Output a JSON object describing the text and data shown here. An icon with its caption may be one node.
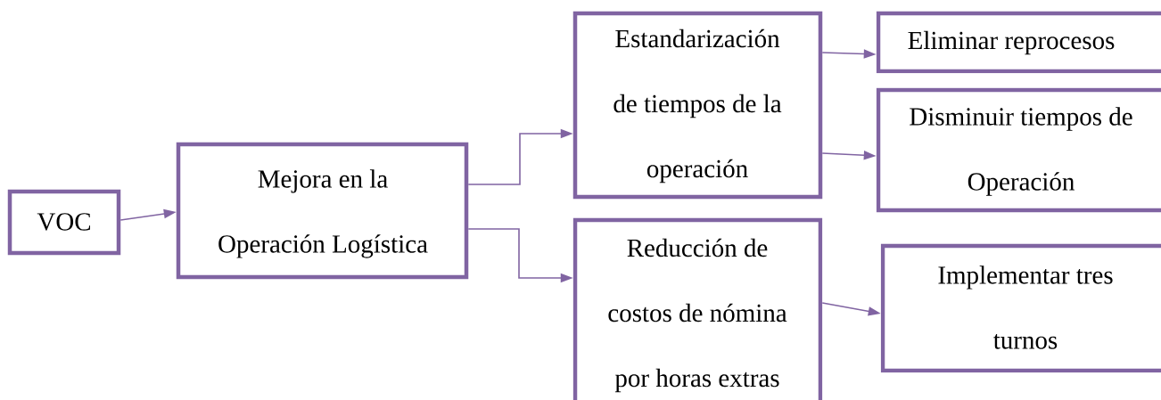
{
  "diagram": {
    "nodes": [
      {
        "text": [
          "VOC"
        ]
      },
      {
        "text": [
          "Mejora en la Operación Logística"
        ]
      },
      {
        "text": [
          "Estandarización de tiempos de la operación"
        ]
      },
      {
        "text": [
          "Eliminar reprocesos"
        ]
      },
      {
        "text": [
          "Disminuir tiempos de Operación"
        ]
      },
      {
        "text": [
          "Reducción de costos de nómina por horas extras"
        ]
      },
      {
        "text": [
          "Implementar tres turnos"
        ]
      }
    ],
    "edges": [
      {
        "from": 0,
        "to": 1,
        "arrow": "to"
      },
      {
        "from": 1,
        "to": 2,
        "arrow": "to"
      },
      {
        "from": 1,
        "to": 5,
        "arrow": "to"
      },
      {
        "from": 2,
        "to": 3,
        "arrow": "to"
      },
      {
        "from": 2,
        "to": 4,
        "arrow": "to"
      },
      {
        "from": 5,
        "to": 6,
        "arrow": "to"
      }
    ]
  }
}
